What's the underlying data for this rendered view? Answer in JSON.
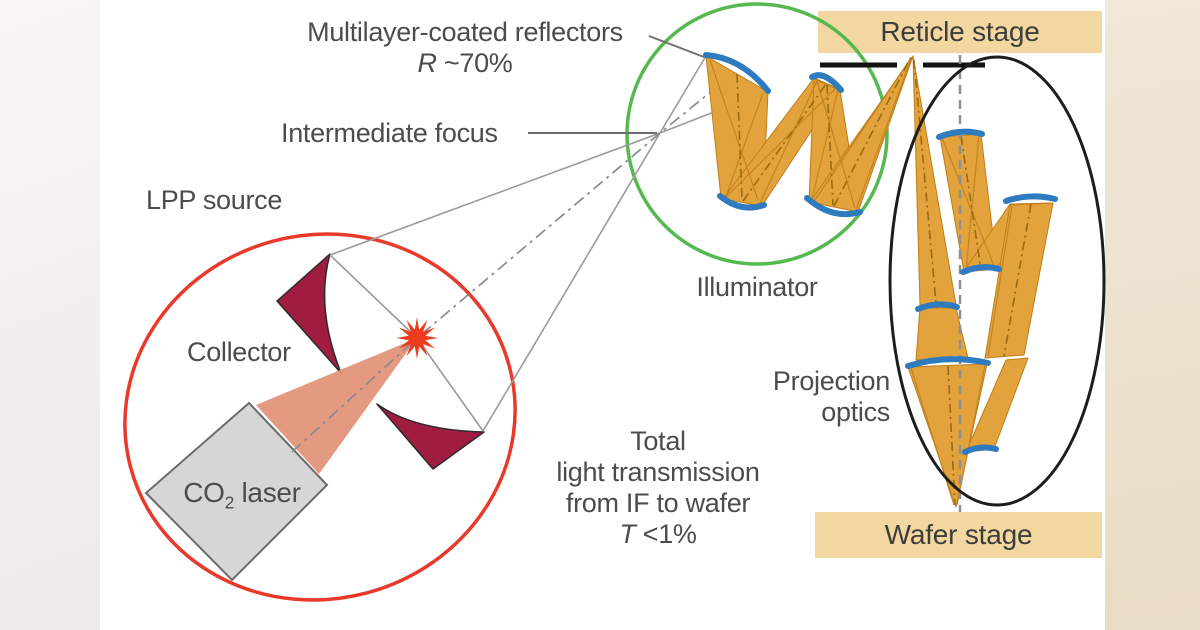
{
  "colors": {
    "canvas": "#ffffff",
    "bg_left_top": "#f8f6f3",
    "bg_left_bottom": "#edebe7",
    "bg_right_top": "#f1e7d8",
    "bg_right_bottom": "#e9dcc5",
    "banner_fill": "#f2d8a0",
    "label_text": "#4c4c4c",
    "source_ellipse": "#e8392b",
    "illuminator_circle": "#55b94f",
    "projection_ellipse": "#1d1d1d",
    "collector_mirror": "#a11c41",
    "beam_fill": "#e2a23c",
    "beam_edge": "#c07d18",
    "beam_inner_line": "#c4831d",
    "beam_axis": "#9a6a10",
    "mirror_blue": "#2e7bbf",
    "laser_fill": "#d6d6d6",
    "laser_edge": "#6b6b6b",
    "laser_beam": "#e29579",
    "plasma": "#ee3a1d",
    "ray_gray": "#9a9a9a",
    "axis_gray": "#8a8a8a",
    "reticle_bar": "#121212"
  },
  "labels": {
    "multilayer": {
      "title": "Multilayer-coated reflectors",
      "symbol": "R",
      "value": "~70%"
    },
    "intermediate_focus": "Intermediate focus",
    "lpp_source": "LPP source",
    "collector": "Collector",
    "co2_laser": {
      "prefix": "CO",
      "sub": "2",
      "suffix": "laser"
    },
    "illuminator": "Illuminator",
    "projection_optics": {
      "line1": "Projection",
      "line2": "optics"
    },
    "transmission": {
      "line1": "Total",
      "line2": "light transmission",
      "line3": "from IF to wafer",
      "symbol": "T",
      "value": "<1%"
    },
    "reticle_stage": "Reticle stage",
    "wafer_stage": "Wafer stage"
  }
}
